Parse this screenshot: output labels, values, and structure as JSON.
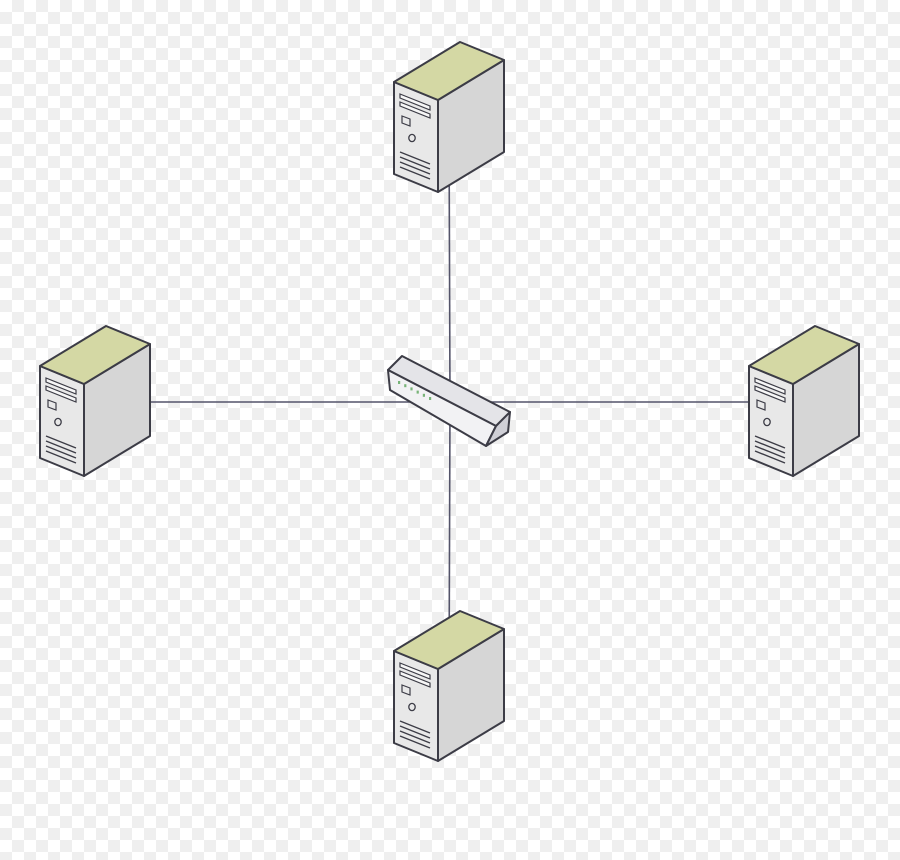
{
  "diagram": {
    "type": "star-network-topology",
    "hub": {
      "kind": "network-switch",
      "icon": "switch-icon",
      "indicator_lights": 6
    },
    "nodes": [
      {
        "id": "top",
        "kind": "server",
        "icon": "server-tower-icon"
      },
      {
        "id": "left",
        "kind": "server",
        "icon": "server-tower-icon"
      },
      {
        "id": "right",
        "kind": "server",
        "icon": "server-tower-icon"
      },
      {
        "id": "bottom",
        "kind": "server",
        "icon": "server-tower-icon"
      }
    ],
    "links": [
      {
        "from": "hub",
        "to": "top"
      },
      {
        "from": "hub",
        "to": "left"
      },
      {
        "from": "hub",
        "to": "right"
      },
      {
        "from": "hub",
        "to": "bottom"
      }
    ]
  },
  "colors": {
    "server_top_face": "#d4d8a4",
    "server_front_face": "#e8e8e8",
    "server_side_face": "#d6d6d6",
    "outline": "#3c3c46",
    "link_line": "#54546a",
    "switch_top": "#e4e4e8",
    "switch_front": "#f2f2f4",
    "switch_side": "#cfcfd6",
    "indicator_light": "#78b478"
  }
}
